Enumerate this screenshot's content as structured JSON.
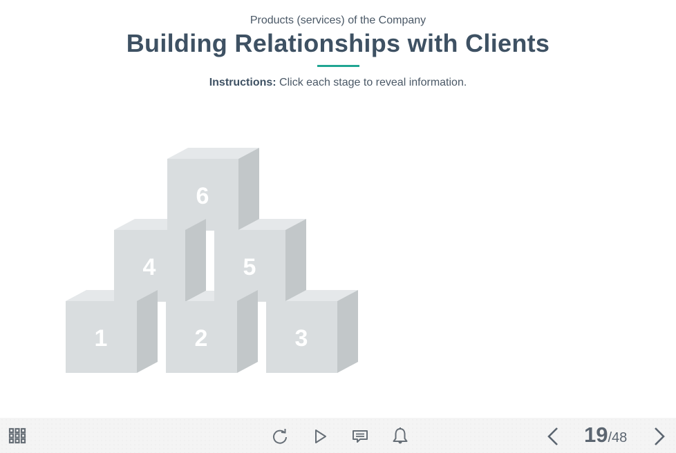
{
  "header": {
    "subtitle": "Products (services) of the Company",
    "title": "Building Relationships with Clients",
    "accent_color": "#1fa592",
    "instructions_label": "Instructions:",
    "instructions_text": " Click each stage to reveal information."
  },
  "stages": [
    {
      "label": "1"
    },
    {
      "label": "2"
    },
    {
      "label": "3"
    },
    {
      "label": "4"
    },
    {
      "label": "5"
    },
    {
      "label": "6"
    }
  ],
  "toolbar": {
    "menu_icon": "grid-menu-icon",
    "replay_icon": "replay-icon",
    "play_icon": "play-icon",
    "comment_icon": "comment-icon",
    "notification_icon": "bell-icon",
    "prev_icon": "chevron-left-icon",
    "next_icon": "chevron-right-icon",
    "current_page": "19",
    "total_pages": "/48"
  }
}
